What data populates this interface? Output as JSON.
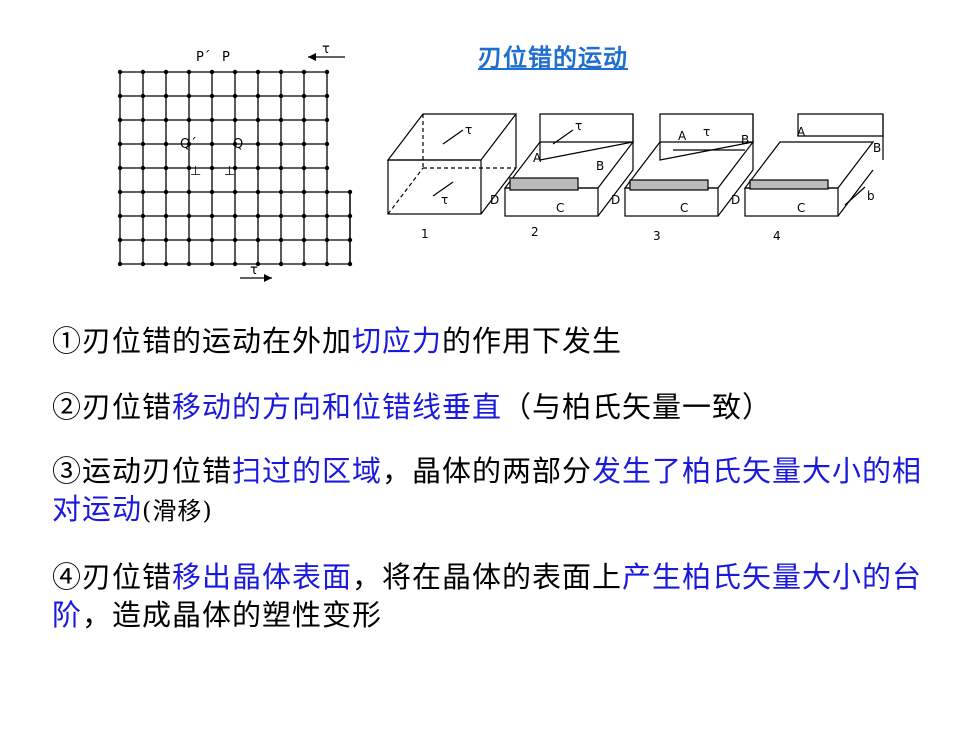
{
  "title": "刃位错的运动",
  "fig1": {
    "label_p_prime": "P´",
    "label_p": "P",
    "label_q_prime": "Q´",
    "label_q": "Q",
    "label_tau": "τ",
    "label_perp": "⊥"
  },
  "fig2": {
    "labels_tau": "τ",
    "label_a": "A",
    "label_b": "B",
    "label_c": "C",
    "label_d": "D",
    "label_b_small": "b",
    "num1": "1",
    "num2": "2",
    "num3": "3",
    "num4": "4"
  },
  "paragraphs": [
    {
      "segments": [
        {
          "t": "①刃位错的运动在外加",
          "hl": false
        },
        {
          "t": "切应力",
          "hl": true
        },
        {
          "t": "的作用下发生",
          "hl": false
        }
      ]
    },
    {
      "segments": [
        {
          "t": "②刃位错",
          "hl": false
        },
        {
          "t": "移动的方向和位错线垂直",
          "hl": true
        },
        {
          "t": "（与柏氏矢量一致）",
          "hl": false
        }
      ]
    },
    {
      "segments": [
        {
          "t": "③运动刃位错",
          "hl": false
        },
        {
          "t": "扫过的区域",
          "hl": true
        },
        {
          "t": "，晶体的两部分",
          "hl": false
        },
        {
          "t": "发生了柏氏矢量大小的相对运动",
          "hl": true
        },
        {
          "t": "(滑移)",
          "hl": false
        }
      ]
    },
    {
      "segments": [
        {
          "t": "④刃位错",
          "hl": false
        },
        {
          "t": "移出晶体表面",
          "hl": true
        },
        {
          "t": "，将在晶体的表面上",
          "hl": false
        },
        {
          "t": "产生柏氏矢量大小的台阶",
          "hl": true
        },
        {
          "t": "，造成晶体的塑性变形",
          "hl": false
        }
      ]
    }
  ]
}
